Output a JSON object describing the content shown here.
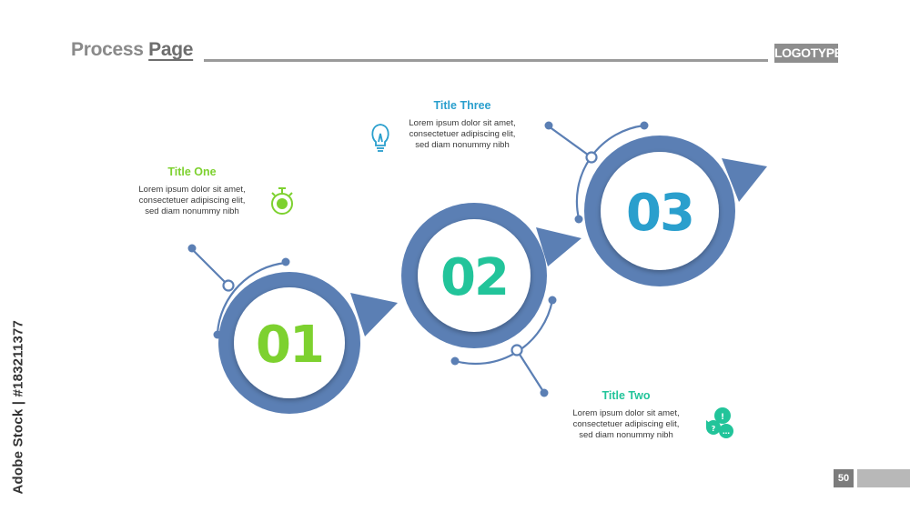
{
  "header": {
    "title_regular": "Process",
    "title_bold": "Page",
    "logotype": "LOGOTYPE"
  },
  "steps": [
    {
      "number": "01",
      "color": "#7dd12f",
      "title": "Title One",
      "description": [
        "Lorem ipsum dolor sit amet,",
        "consectetuer adipiscing elit,",
        "sed diam nonummy nibh"
      ],
      "icon": "stopwatch-icon"
    },
    {
      "number": "02",
      "color": "#22c49a",
      "title": "Title Two",
      "description": [
        "Lorem ipsum dolor sit amet,",
        "consectetuer adipiscing elit,",
        "sed diam nonummy nibh"
      ],
      "icon": "chat-bubbles-icon"
    },
    {
      "number": "03",
      "color": "#2a9fcd",
      "title": "Title Three",
      "description": [
        "Lorem ipsum dolor sit amet,",
        "consectetuer adipiscing elit,",
        "sed diam nonummy nibh"
      ],
      "icon": "lightbulb-icon"
    }
  ],
  "colors": {
    "ring": "#5b7fb4",
    "connector": "#5b7fb4",
    "header_line": "#9a9a9a"
  },
  "footer": {
    "page_number": "50"
  },
  "watermark": {
    "text": "Adobe Stock | #183211377"
  }
}
